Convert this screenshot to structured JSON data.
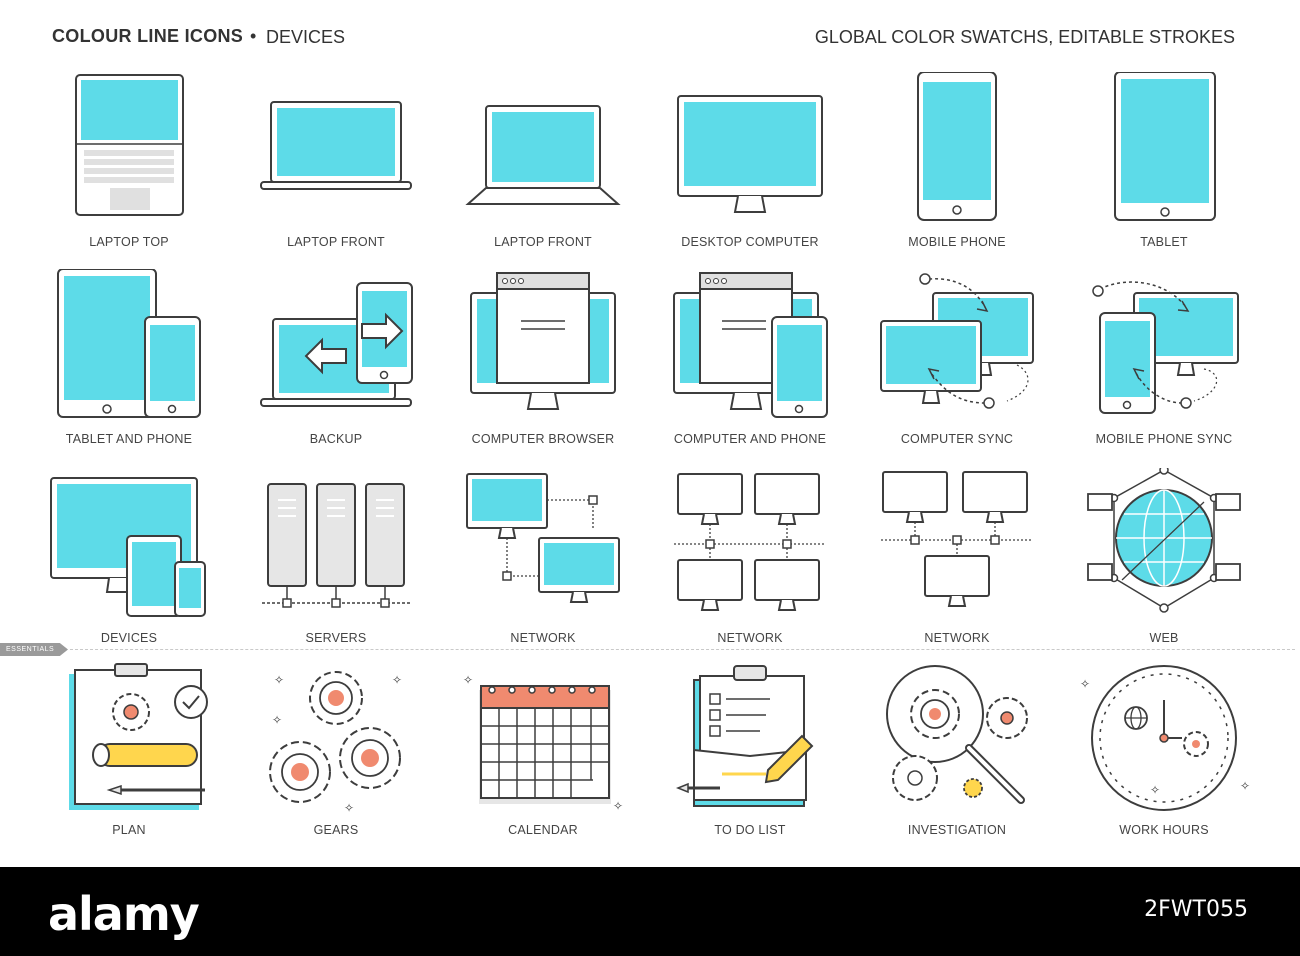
{
  "header": {
    "title": "COLOUR LINE ICONS",
    "bullet": "•",
    "subtitle": "DEVICES",
    "right": "GLOBAL COLOR SWATCHS, EDITABLE STROKES"
  },
  "colors": {
    "accent_cyan": "#5ddbe8",
    "stroke": "#3d3d3d",
    "fill_gray": "#e6e6e6",
    "accent_red": "#f08a6f",
    "accent_yellow": "#ffd64d"
  },
  "essentials_tag": "ESSENTIALS",
  "icons": [
    {
      "label": "LAPTOP TOP",
      "icon": "laptop-top-icon"
    },
    {
      "label": "LAPTOP FRONT",
      "icon": "laptop-front-icon"
    },
    {
      "label": "LAPTOP FRONT",
      "icon": "laptop-front-open-icon"
    },
    {
      "label": "DESKTOP COMPUTER",
      "icon": "desktop-computer-icon"
    },
    {
      "label": "MOBILE PHONE",
      "icon": "mobile-phone-icon"
    },
    {
      "label": "TABLET",
      "icon": "tablet-icon"
    },
    {
      "label": "TABLET AND PHONE",
      "icon": "tablet-and-phone-icon"
    },
    {
      "label": "BACKUP",
      "icon": "backup-icon"
    },
    {
      "label": "COMPUTER BROWSER",
      "icon": "computer-browser-icon"
    },
    {
      "label": "COMPUTER AND PHONE",
      "icon": "computer-and-phone-icon"
    },
    {
      "label": "COMPUTER SYNC",
      "icon": "computer-sync-icon"
    },
    {
      "label": "MOBILE PHONE SYNC",
      "icon": "mobile-phone-sync-icon"
    },
    {
      "label": "DEVICES",
      "icon": "devices-icon"
    },
    {
      "label": "SERVERS",
      "icon": "servers-icon"
    },
    {
      "label": "NETWORK",
      "icon": "network-icon"
    },
    {
      "label": "NETWORK",
      "icon": "network-grid-icon"
    },
    {
      "label": "NETWORK",
      "icon": "network-tree-icon"
    },
    {
      "label": "WEB",
      "icon": "web-globe-icon"
    },
    {
      "label": "PLAN",
      "icon": "plan-icon"
    },
    {
      "label": "GEARS",
      "icon": "gears-icon"
    },
    {
      "label": "CALENDAR",
      "icon": "calendar-icon"
    },
    {
      "label": "TO DO LIST",
      "icon": "to-do-list-icon"
    },
    {
      "label": "INVESTIGATION",
      "icon": "investigation-icon"
    },
    {
      "label": "WORK HOURS",
      "icon": "work-hours-clock-icon"
    }
  ],
  "footer": {
    "logo": "alamy",
    "image_id": "2FWT055"
  }
}
